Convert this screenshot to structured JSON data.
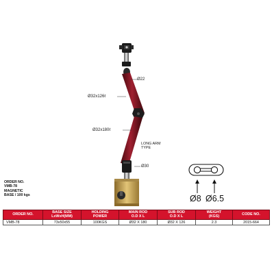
{
  "product": {
    "dim_top_rod": "Ø22",
    "dim_sub_rod": "Ø32x126ℓ",
    "dim_main_rod": "Ø32x180ℓ",
    "arm_type_line1": "LONG ARM",
    "arm_type_line2": "TYPE",
    "dim_base_joint": "Ø30"
  },
  "order_info": {
    "line1": "ORDER NO.",
    "line2": "VMB-78",
    "line3": "MAGNETIC",
    "line4": "BASE / 100 kgs"
  },
  "rod_detail": {
    "dia_small": "Ø8",
    "dia_large": "Ø6.5"
  },
  "table": {
    "headers": [
      [
        "ORDER NO.",
        ""
      ],
      [
        "BASE SIZE",
        "LxWxH(MM)"
      ],
      [
        "HOLDING",
        "POWER"
      ],
      [
        "MAIN ROD",
        "O.D X L"
      ],
      [
        "SUB ROD",
        "O.D X L"
      ],
      [
        "WEIGHT",
        "(KGS)"
      ],
      [
        "CODE NO.",
        ""
      ]
    ],
    "rows": [
      [
        "VMB-78",
        "73x50x55",
        "100KGS",
        "Ø32 X 180",
        "Ø32 X 126",
        "2.3",
        "2015-664"
      ]
    ]
  },
  "colors": {
    "header_red": "#d4132c",
    "arm_maroon": "#7a1420",
    "base_gold": "#c9a24a"
  }
}
